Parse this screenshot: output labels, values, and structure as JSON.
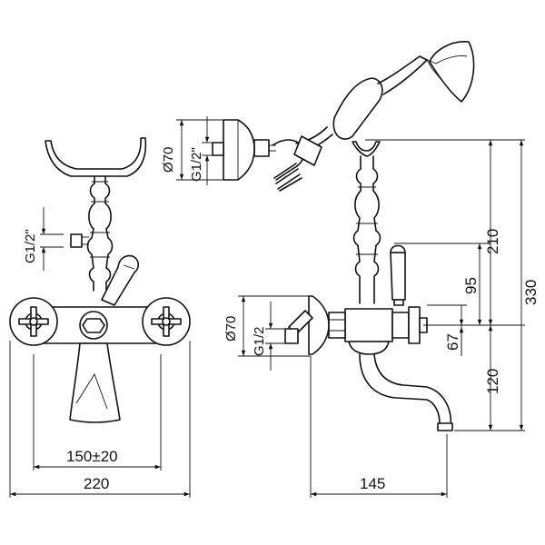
{
  "labels": {
    "g_half_inch_left": "G1/2\"",
    "g_half_inch_top": "G1/2\"",
    "dia70_top": "Ø70",
    "dia70_side": "Ø70",
    "g_half_side": "G1/2",
    "dim_150": "150±20",
    "dim_220": "220",
    "dim_145": "145",
    "dim_210": "210",
    "dim_330": "330",
    "dim_95": "95",
    "dim_67": "67",
    "dim_120": "120"
  }
}
